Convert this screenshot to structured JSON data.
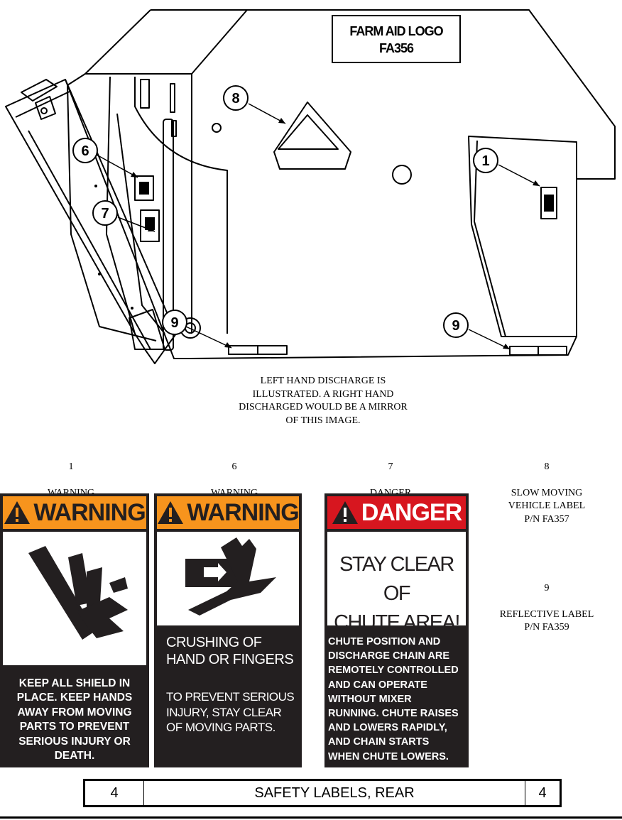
{
  "diagram": {
    "logo_line1": "FARM AID LOGO",
    "logo_line2": "FA356",
    "callouts": [
      "8",
      "1",
      "6",
      "7",
      "9",
      "9"
    ]
  },
  "note": "LEFT HAND DISCHARGE IS\nILLUSTRATED. A RIGHT HAND\nDISCHARGED WOULD BE A MIRROR\nOF THIS IMAGE.",
  "labels": [
    {
      "num": "1",
      "text": "WARNING\nSHEILDS"
    },
    {
      "num": "6",
      "text": "WARNING\nCRUSHING"
    },
    {
      "num": "7",
      "text": "DANGER\nCHUTE"
    },
    {
      "num": "8",
      "text": "SLOW MOVING\nVEHICLE LABEL\nP/N FA357"
    },
    {
      "num": "9",
      "text": "REFLECTIVE LABEL\nP/N FA359"
    }
  ],
  "decals": {
    "shields": {
      "header": "WARNING",
      "message": "KEEP ALL SHIELD IN\nPLACE. KEEP HANDS\nAWAY FROM MOVING\nPARTS TO PREVENT\nSERIOUS INJURY OR\nDEATH."
    },
    "crushing": {
      "header": "WARNING",
      "title": "CRUSHING OF\nHAND OR FINGERS",
      "message": "TO PREVENT SERIOUS\nINJURY, STAY CLEAR\nOF MOVING PARTS."
    },
    "chute": {
      "header": "DANGER",
      "big": "STAY CLEAR OF\nCHUTE AREA!",
      "message": "CHUTE POSITION AND\nDISCHARGE CHAIN ARE\nREMOTELY CONTROLLED\nAND CAN OPERATE\nWITHOUT MIXER\nRUNNING. CHUTE RAISES\nAND LOWERS RAPIDLY,\nAND CHAIN STARTS\nWHEN CHUTE LOWERS."
    }
  },
  "footer": {
    "left": "4",
    "title": "SAFETY LABELS, REAR",
    "right": "4"
  }
}
